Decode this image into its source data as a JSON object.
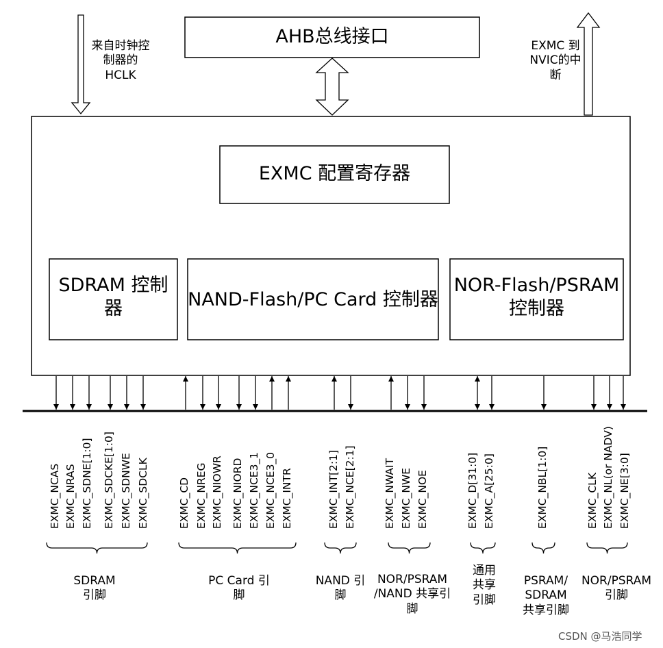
{
  "blocks": {
    "ahb": "AHB总线接口",
    "cfg": "EXMC 配置寄存器",
    "sdram_ctrl": "SDRAM 控制器",
    "nand_ctrl": "NAND-Flash/PC Card 控制器",
    "nor_ctrl": "NOR-Flash/PSRAM 控制器"
  },
  "side_labels": {
    "clock": "来自时钟控制器的HCLK",
    "interrupt": "EXMC 到NVIC的中断"
  },
  "pins": [
    "EXMC_NCAS",
    "EXMC_NRAS",
    "EXMC_SDNE[1:0]",
    "EXMC_SDCKE[1:0]",
    "EXMC_SDNWE",
    "EXMC_SDCLK",
    "EXMC_CD",
    "EXMC_NREG",
    "EXMC_NIOWR",
    "EXMC_NIORD",
    "EXMC_NCE3_1",
    "EXMC_NCE3_0",
    "EXMC_INTR",
    "EXMC_INT[2:1]",
    "EXMC_NCE[2:1]",
    "EXMC_NWAIT",
    "EXMC_NWE",
    "EXMC_NOE",
    "EXMC_D[31:0]",
    "EXMC_A[25:0]",
    "EXMC_NBL[1:0]",
    "EXMC_CLK",
    "EXMC_NL(or NADV)",
    "EXMC_NE[3:0]"
  ],
  "groups": [
    "SDRAM 引脚",
    "PC Card 引脚",
    "NAND 引脚",
    "NOR/PSRAM /NAND 共享引脚",
    "通用共享引脚",
    "PSRAM/ SDRAM 共享引脚",
    "NOR/PSRAM 引脚"
  ],
  "watermark": "CSDN @马浩同学"
}
